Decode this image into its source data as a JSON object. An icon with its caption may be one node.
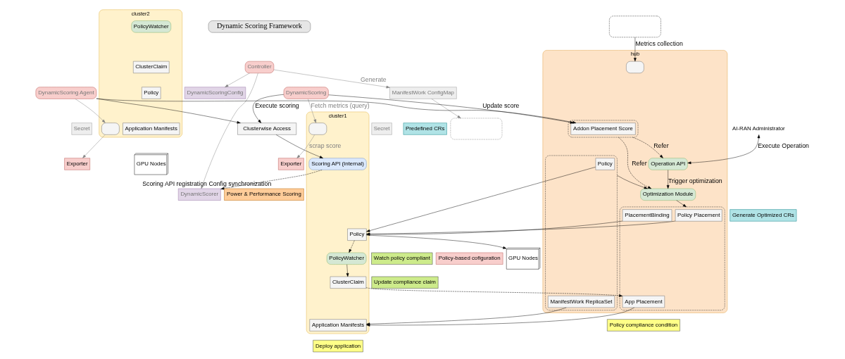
{
  "diagram": {
    "nodes": [
      {
        "text": [
          "hub"
        ]
      },
      {
        "text": [
          "cluster1"
        ]
      },
      {
        "text": [
          "cluster2"
        ]
      },
      {
        "text": [],
        "shape": "box",
        "in": 0
      },
      {
        "text": [],
        "shape": "box"
      },
      {
        "text": [],
        "shape": "box",
        "in": 1
      },
      {
        "text": [],
        "shape": "box",
        "in": 2
      },
      {
        "text": [
          "Dynamic Scoring Framework"
        ]
      },
      {
        "text": [
          "Controller"
        ]
      },
      {
        "text": [
          "ManifestWork ConfigMap"
        ]
      },
      {
        "text": [],
        "shape": "box"
      },
      {
        "text": [
          "DynamicScoring"
        ]
      },
      {
        "text": [
          "Exporter"
        ]
      },
      {
        "text": [
          "DynamicScoring Agent"
        ]
      },
      {
        "text": [
          "Exporter"
        ]
      },
      {
        "text": [
          "Secret"
        ]
      },
      {
        "text": [
          "Secret"
        ]
      },
      {
        "text": [
          "DynamicScorer"
        ]
      },
      {
        "text": [
          "DynamicScoringConfig"
        ]
      },
      {
        "text": [
          "Clusterwise Access"
        ]
      },
      {
        "text": [
          "Power & Performance Scoring"
        ]
      },
      {
        "text": [
          "Scoring API (Internal)"
        ],
        "in": 1
      },
      {
        "text": [
          "AI-RAN Administrator"
        ]
      },
      {
        "text": [
          "Operation API"
        ],
        "in": 0
      },
      {
        "text": [],
        "shape": "box",
        "in": 0
      },
      {
        "text": [
          "Addon Placement Score"
        ],
        "in": 24
      },
      {
        "text": [
          "Watch policy compliant"
        ]
      },
      {
        "text": [
          "Update compliance claim"
        ]
      },
      {
        "text": [
          "PolicyWatcher"
        ],
        "in": 1
      },
      {
        "text": [
          "PolicyWatcher"
        ],
        "in": 2
      },
      {
        "text": [
          "ClusterClaim"
        ],
        "in": 1
      },
      {
        "text": [
          "ClusterClaim"
        ],
        "in": 2
      },
      {
        "text": [],
        "shape": "box",
        "in": 0
      },
      {
        "text": [
          "Policy"
        ],
        "in": 32
      },
      {
        "text": [
          "ManifestWork ReplicaSet"
        ],
        "in": 32
      },
      {
        "text": [
          "Optimization Module"
        ],
        "in": 0
      },
      {
        "text": [],
        "shape": "box",
        "in": 0
      },
      {
        "text": [
          "Policy Placement"
        ],
        "in": 36
      },
      {
        "text": [
          "PlacementBinding"
        ],
        "in": 36
      },
      {
        "text": [
          "App Placement"
        ],
        "in": 36
      },
      {
        "text": [
          "Policy"
        ],
        "in": 1
      },
      {
        "text": [
          "Policy"
        ],
        "in": 2
      },
      {
        "text": [
          "Predefined CRs"
        ]
      },
      {
        "text": [
          "Generate Optimized CRs"
        ]
      },
      {
        "text": [
          "Policy compliance condition"
        ]
      },
      {
        "text": [
          "Application Manifests"
        ],
        "in": 1
      },
      {
        "text": [
          "Application Manifests"
        ],
        "in": 2
      },
      {
        "text": [
          "Policy-based cofiguration"
        ]
      },
      {
        "text": [
          "Deploy application"
        ]
      },
      {
        "text": [
          "GPU Nodes"
        ]
      },
      {
        "text": [
          "GPU Nodes"
        ]
      }
    ],
    "edges": [
      {
        "from": 4,
        "to": 3,
        "arrow": "to",
        "label": "Metrics collection"
      },
      {
        "from": 11,
        "to": 5,
        "arrow": "to",
        "label": "Fetch metrics (query)",
        "color": "#808080"
      },
      {
        "from": 5,
        "to": 12,
        "arrow": "to",
        "label": "scrap score",
        "color": "#808080"
      },
      {
        "from": 13,
        "to": 6,
        "arrow": "to",
        "color": "#808080"
      },
      {
        "from": 6,
        "to": 14,
        "arrow": "to",
        "color": "#808080"
      },
      {
        "from": 8,
        "to": 9,
        "arrow": "to",
        "label": "Generate",
        "color": "#808080"
      },
      {
        "from": 9,
        "to": 10,
        "arrow": "to",
        "color": "#808080"
      },
      {
        "from": 8,
        "to": 17,
        "arrow": "to",
        "color": "#808080"
      },
      {
        "from": 8,
        "to": 18,
        "arrow": "to",
        "color": "#808080"
      },
      {
        "from": 11,
        "to": 25,
        "arrow": "to",
        "label": "Update score"
      },
      {
        "from": 13,
        "to": 25,
        "arrow": "to"
      },
      {
        "from": 11,
        "to": 19,
        "arrow": "to",
        "label": "Execute scoring"
      },
      {
        "from": 13,
        "to": 19,
        "arrow": "to"
      },
      {
        "from": 19,
        "to": 21,
        "arrow": "to"
      },
      {
        "from": 21,
        "to": 17,
        "arrow": "to",
        "style": "dashed",
        "label": "Scoring API registration Config synchronization"
      },
      {
        "from": 22,
        "to": 23,
        "arrow": "both",
        "label": "Execute Operation"
      },
      {
        "from": 24,
        "to": 23,
        "arrow": "to",
        "style": "dashed",
        "label": "Refer"
      },
      {
        "from": 24,
        "to": 35,
        "arrow": "to",
        "style": "dashed",
        "label": "Refer"
      },
      {
        "from": 23,
        "to": 35,
        "arrow": "to",
        "label": "Trigger optimization"
      },
      {
        "from": 32,
        "to": 35,
        "arrow": "to"
      },
      {
        "from": 35,
        "to": 36,
        "arrow": "to"
      },
      {
        "from": 33,
        "to": 40,
        "arrow": "to"
      },
      {
        "from": 37,
        "to": 40,
        "arrow": "to"
      },
      {
        "from": 38,
        "to": 40,
        "arrow": "to"
      },
      {
        "from": 40,
        "to": 28,
        "arrow": "to",
        "style": "dashed"
      },
      {
        "from": 28,
        "to": 30,
        "arrow": "to"
      },
      {
        "from": 30,
        "to": 39,
        "arrow": "to",
        "style": "dashed"
      },
      {
        "from": 34,
        "to": 45,
        "arrow": "to"
      },
      {
        "from": 39,
        "to": 45,
        "arrow": "to"
      },
      {
        "from": 40,
        "to": 49,
        "arrow": "to"
      }
    ]
  }
}
